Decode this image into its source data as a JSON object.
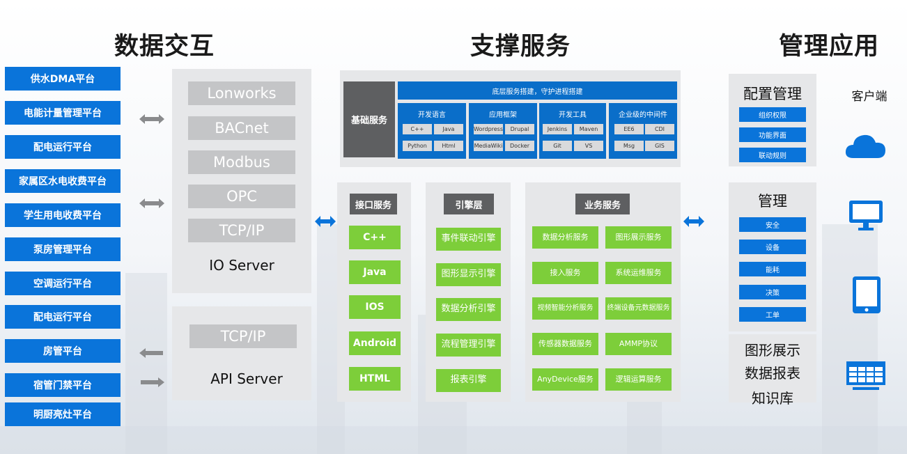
{
  "headings": {
    "data_exchange": "数据交互",
    "support": "支撑服务",
    "management": "管理应用"
  },
  "platforms": [
    "供水DMA平台",
    "电能计量管理平台",
    "配电运行平台",
    "家属区水电收费平台",
    "学生用电收费平台",
    "泵房管理平台",
    "空调运行平台",
    "配电运行平台",
    "房管平台",
    "宿管门禁平台",
    "明厨亮灶平台"
  ],
  "io_server": {
    "protocols": [
      "Lonworks",
      "BACnet",
      "Modbus",
      "OPC",
      "TCP/IP"
    ],
    "label": "IO Server"
  },
  "api_server": {
    "protocol": "TCP/IP",
    "label": "API Server"
  },
  "base_service": {
    "title": "基础服务",
    "banner": "底层服务搭建，守护进程搭建",
    "categories": [
      {
        "title": "开发语言",
        "chips": [
          "C++",
          "Java",
          "Python",
          "Html"
        ]
      },
      {
        "title": "应用框架",
        "chips": [
          "Wordpress",
          "Drupal",
          "MediaWiki",
          "Docker"
        ]
      },
      {
        "title": "开发工具",
        "chips": [
          "Jenkins",
          "Maven",
          "Git",
          "VS"
        ]
      },
      {
        "title": "企业级的中间件",
        "chips": [
          "EE6",
          "CDI",
          "Msg",
          "GIS"
        ]
      }
    ]
  },
  "interface_service": {
    "title": "接口服务",
    "items": [
      "C++",
      "Java",
      "IOS",
      "Android",
      "HTML"
    ]
  },
  "engine_layer": {
    "title": "引擎层",
    "items": [
      "事件联动引擎",
      "图形显示引擎",
      "数据分析引擎",
      "流程管理引擎",
      "报表引擎"
    ]
  },
  "business_service": {
    "title": "业务服务",
    "items": [
      "数据分析服务",
      "图形展示服务",
      "接入服务",
      "系统运维服务",
      "视频智能分析服务",
      "终端设备元数据服务",
      "传感器数据服务",
      "AMMP协议",
      "AnyDevice服务",
      "逻辑运算服务"
    ]
  },
  "config_mgmt": {
    "title": "配置管理",
    "items": [
      "组织权限",
      "功能界面",
      "联动规则"
    ]
  },
  "mgmt": {
    "title": "管理",
    "items": [
      "安全",
      "设备",
      "能耗",
      "决策",
      "工单"
    ]
  },
  "extra": [
    "图形展示",
    "数据报表",
    "知识库"
  ],
  "client": {
    "title": "客户端",
    "icons": [
      "cloud-icon",
      "monitor-icon",
      "tablet-icon",
      "grid-screen-icon"
    ]
  },
  "colors": {
    "blue": "#0a74da",
    "green": "#7dce3a",
    "panel": "#e6e7e9",
    "grey_box": "#c4c5c7",
    "dark_head": "#5e5f61"
  }
}
